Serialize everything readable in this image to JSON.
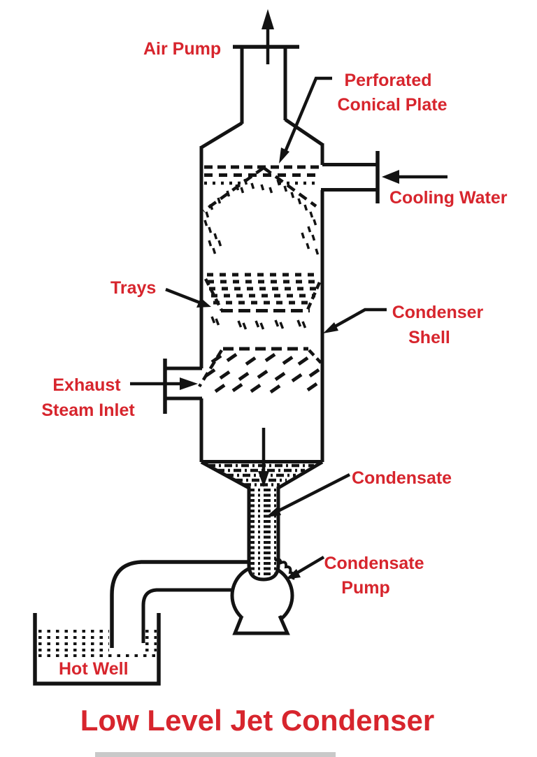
{
  "title": "Low Level Jet Condenser",
  "colors": {
    "label_red": "#d7252d",
    "line_black": "#131313",
    "footer_gray": "#c9c9c9",
    "background": "#ffffff"
  },
  "labels": {
    "air_pump": "Air Pump",
    "perforated_line1": "Perforated",
    "perforated_line2": "Conical Plate",
    "cooling_water": "Cooling Water",
    "trays": "Trays",
    "condenser_shell_line1": "Condenser",
    "condenser_shell_line2": "Shell",
    "exhaust_line1": "Exhaust",
    "exhaust_line2": "Steam Inlet",
    "condensate": "Condensate",
    "condensate_pump_line1": "Condensate",
    "condensate_pump_line2": "Pump",
    "hot_well": "Hot Well"
  },
  "diagram": {
    "type": "schematic",
    "subject": "Low level jet condenser",
    "components": [
      "air pump outlet pipe with upward flow arrow",
      "perforated conical plate (dashed) at shell top",
      "cooling water inlet flange with leftward arrow",
      "dashed tray stack inside shell",
      "condenser shell (vertical vessel)",
      "exhaust steam inlet flange with rightward arrow",
      "bottom cone with condensate water (dash-dot fill)",
      "condensate tailpipe with downward flow arrow",
      "condensate pump (volute circle on stand)",
      "discharge pipe to hot well",
      "hot well tank with dotted water"
    ]
  }
}
